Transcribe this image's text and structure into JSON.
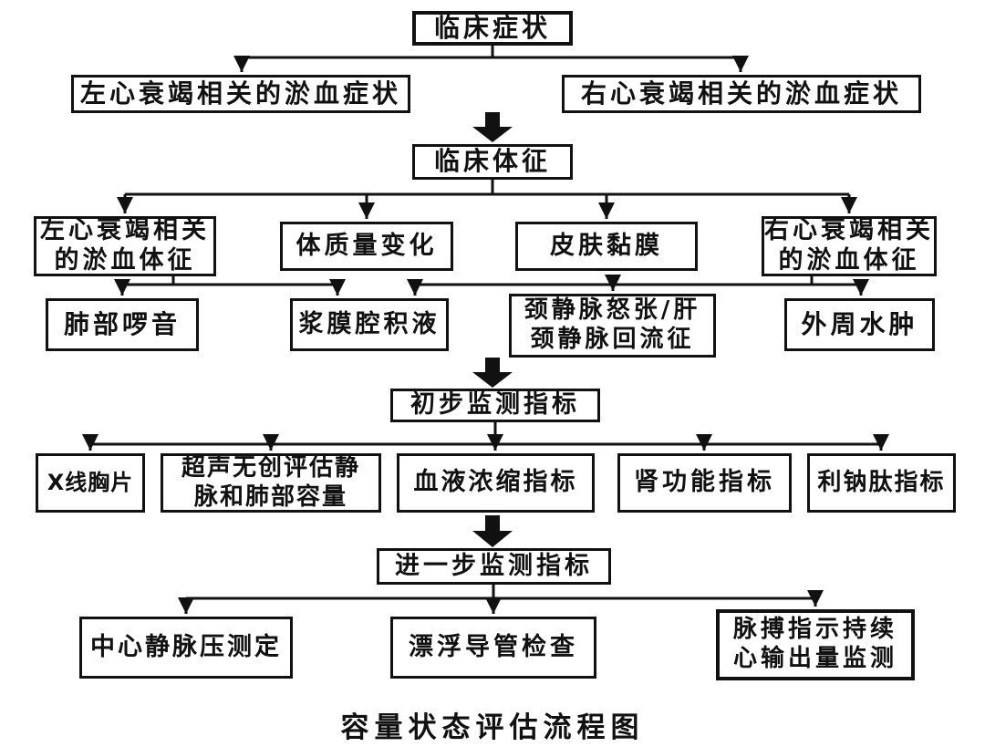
{
  "title": "容量状态评估流程图",
  "colors": {
    "line": "#111111",
    "text": "#111111",
    "background": "#ffffff"
  },
  "nodes": {
    "clinical_symptoms": {
      "label": "临床症状"
    },
    "left_hf_symptoms": {
      "label": "左心衰竭相关的淤血症状"
    },
    "right_hf_symptoms": {
      "label": "右心衰竭相关的淤血症状"
    },
    "clinical_signs": {
      "label": "临床体征"
    },
    "left_hf_signs": {
      "label": "左心衰竭相关\n的淤血体征"
    },
    "body_weight_change": {
      "label": "体质量变化"
    },
    "skin_mucosa": {
      "label": "皮肤黏膜"
    },
    "right_hf_signs": {
      "label": "右心衰竭相关\n的淤血体征"
    },
    "lung_rales": {
      "label": "肺部啰音"
    },
    "serous_effusion": {
      "label": "浆膜腔积液"
    },
    "jugular_distension": {
      "label": "颈静脉怒张/肝\n颈静脉回流征"
    },
    "peripheral_edema": {
      "label": "外周水肿"
    },
    "initial_indicators": {
      "label": "初步监测指标"
    },
    "chest_xray": {
      "label": "X线胸片"
    },
    "ultrasound_assessment": {
      "label": "超声无创评估静\n脉和肺部容量"
    },
    "hemoconcentration": {
      "label": "血液浓缩指标"
    },
    "renal_function": {
      "label": "肾功能指标"
    },
    "natriuretic_peptide": {
      "label": "利钠肽指标"
    },
    "further_indicators": {
      "label": "进一步监测指标"
    },
    "cvp_measurement": {
      "label": "中心静脉压测定"
    },
    "floating_catheter": {
      "label": "漂浮导管检查"
    },
    "picco_monitoring": {
      "label": "脉搏指示持续\n心输出量监测"
    }
  }
}
